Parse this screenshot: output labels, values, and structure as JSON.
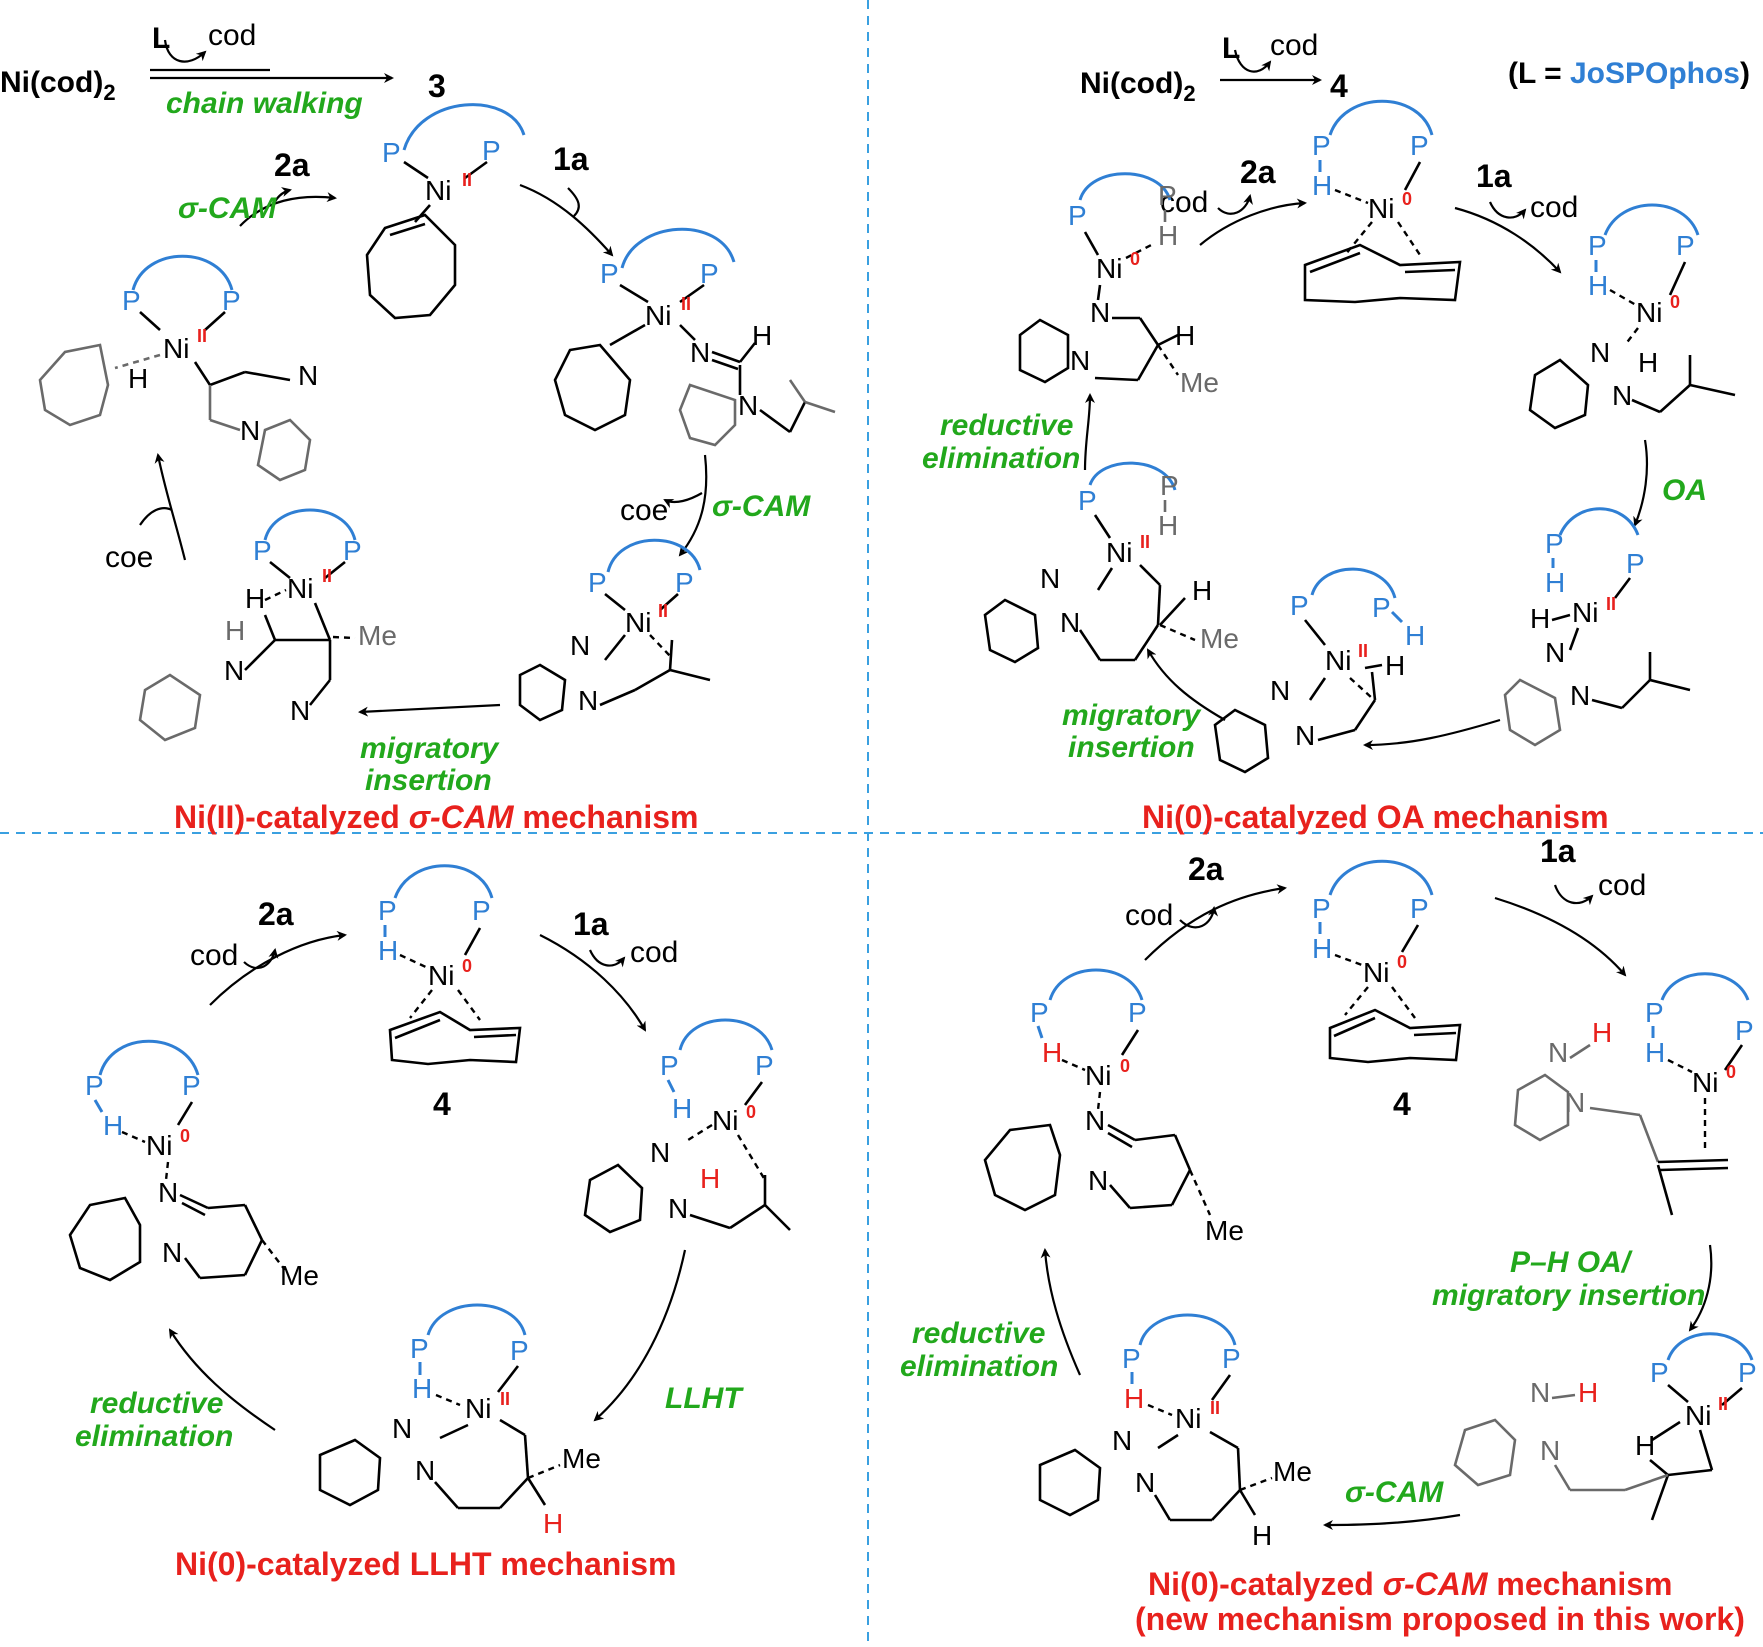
{
  "colors": {
    "ligand_blue": "#2f7fd4",
    "step_green": "#22a81c",
    "title_red": "#e8211d",
    "divider_blue": "#3aa0e0",
    "grey": "#6a6a6a"
  },
  "common": {
    "ni_cod2": "Ni(cod)",
    "ni_cod2_sub": "2",
    "L": "L",
    "cod": "cod",
    "coe": "coe",
    "P": "P",
    "H": "H",
    "N": "N",
    "Ni": "Ni",
    "Me": "Me",
    "ox_II": "II",
    "ox_0": "0",
    "cmpd_1a": "1a",
    "cmpd_2a": "2a",
    "cmpd_3": "3",
    "cmpd_4": "4",
    "ligand_def_prefix": "(L = ",
    "ligand_name": "JoSPOphos",
    "ligand_def_suffix": ")"
  },
  "panels": {
    "top_left": {
      "chain_walking": "chain walking",
      "sigma_cam": "σ-CAM",
      "migratory_1": "migratory",
      "migratory_2": "insertion",
      "title_pre": "Ni(II)-catalyzed ",
      "title_em": "σ-CAM",
      "title_post": " mechanism"
    },
    "top_right": {
      "oa": "OA",
      "reductive_1": "reductive",
      "reductive_2": "elimination",
      "migratory_1": "migratory",
      "migratory_2": "insertion",
      "title": "Ni(0)-catalyzed OA mechanism"
    },
    "bottom_left": {
      "llht": "LLHT",
      "reductive_1": "reductive",
      "reductive_2": "elimination",
      "title": "Ni(0)-catalyzed LLHT mechanism"
    },
    "bottom_right": {
      "ph_oa_1": "P–H OA/",
      "ph_oa_2": "migratory insertion",
      "sigma_cam": "σ-CAM",
      "reductive_1": "reductive",
      "reductive_2": "elimination",
      "title_pre": "Ni(0)-catalyzed ",
      "title_em": "σ-CAM",
      "title_post": " mechanism",
      "subtitle": "(new mechanism proposed in this work)"
    }
  }
}
